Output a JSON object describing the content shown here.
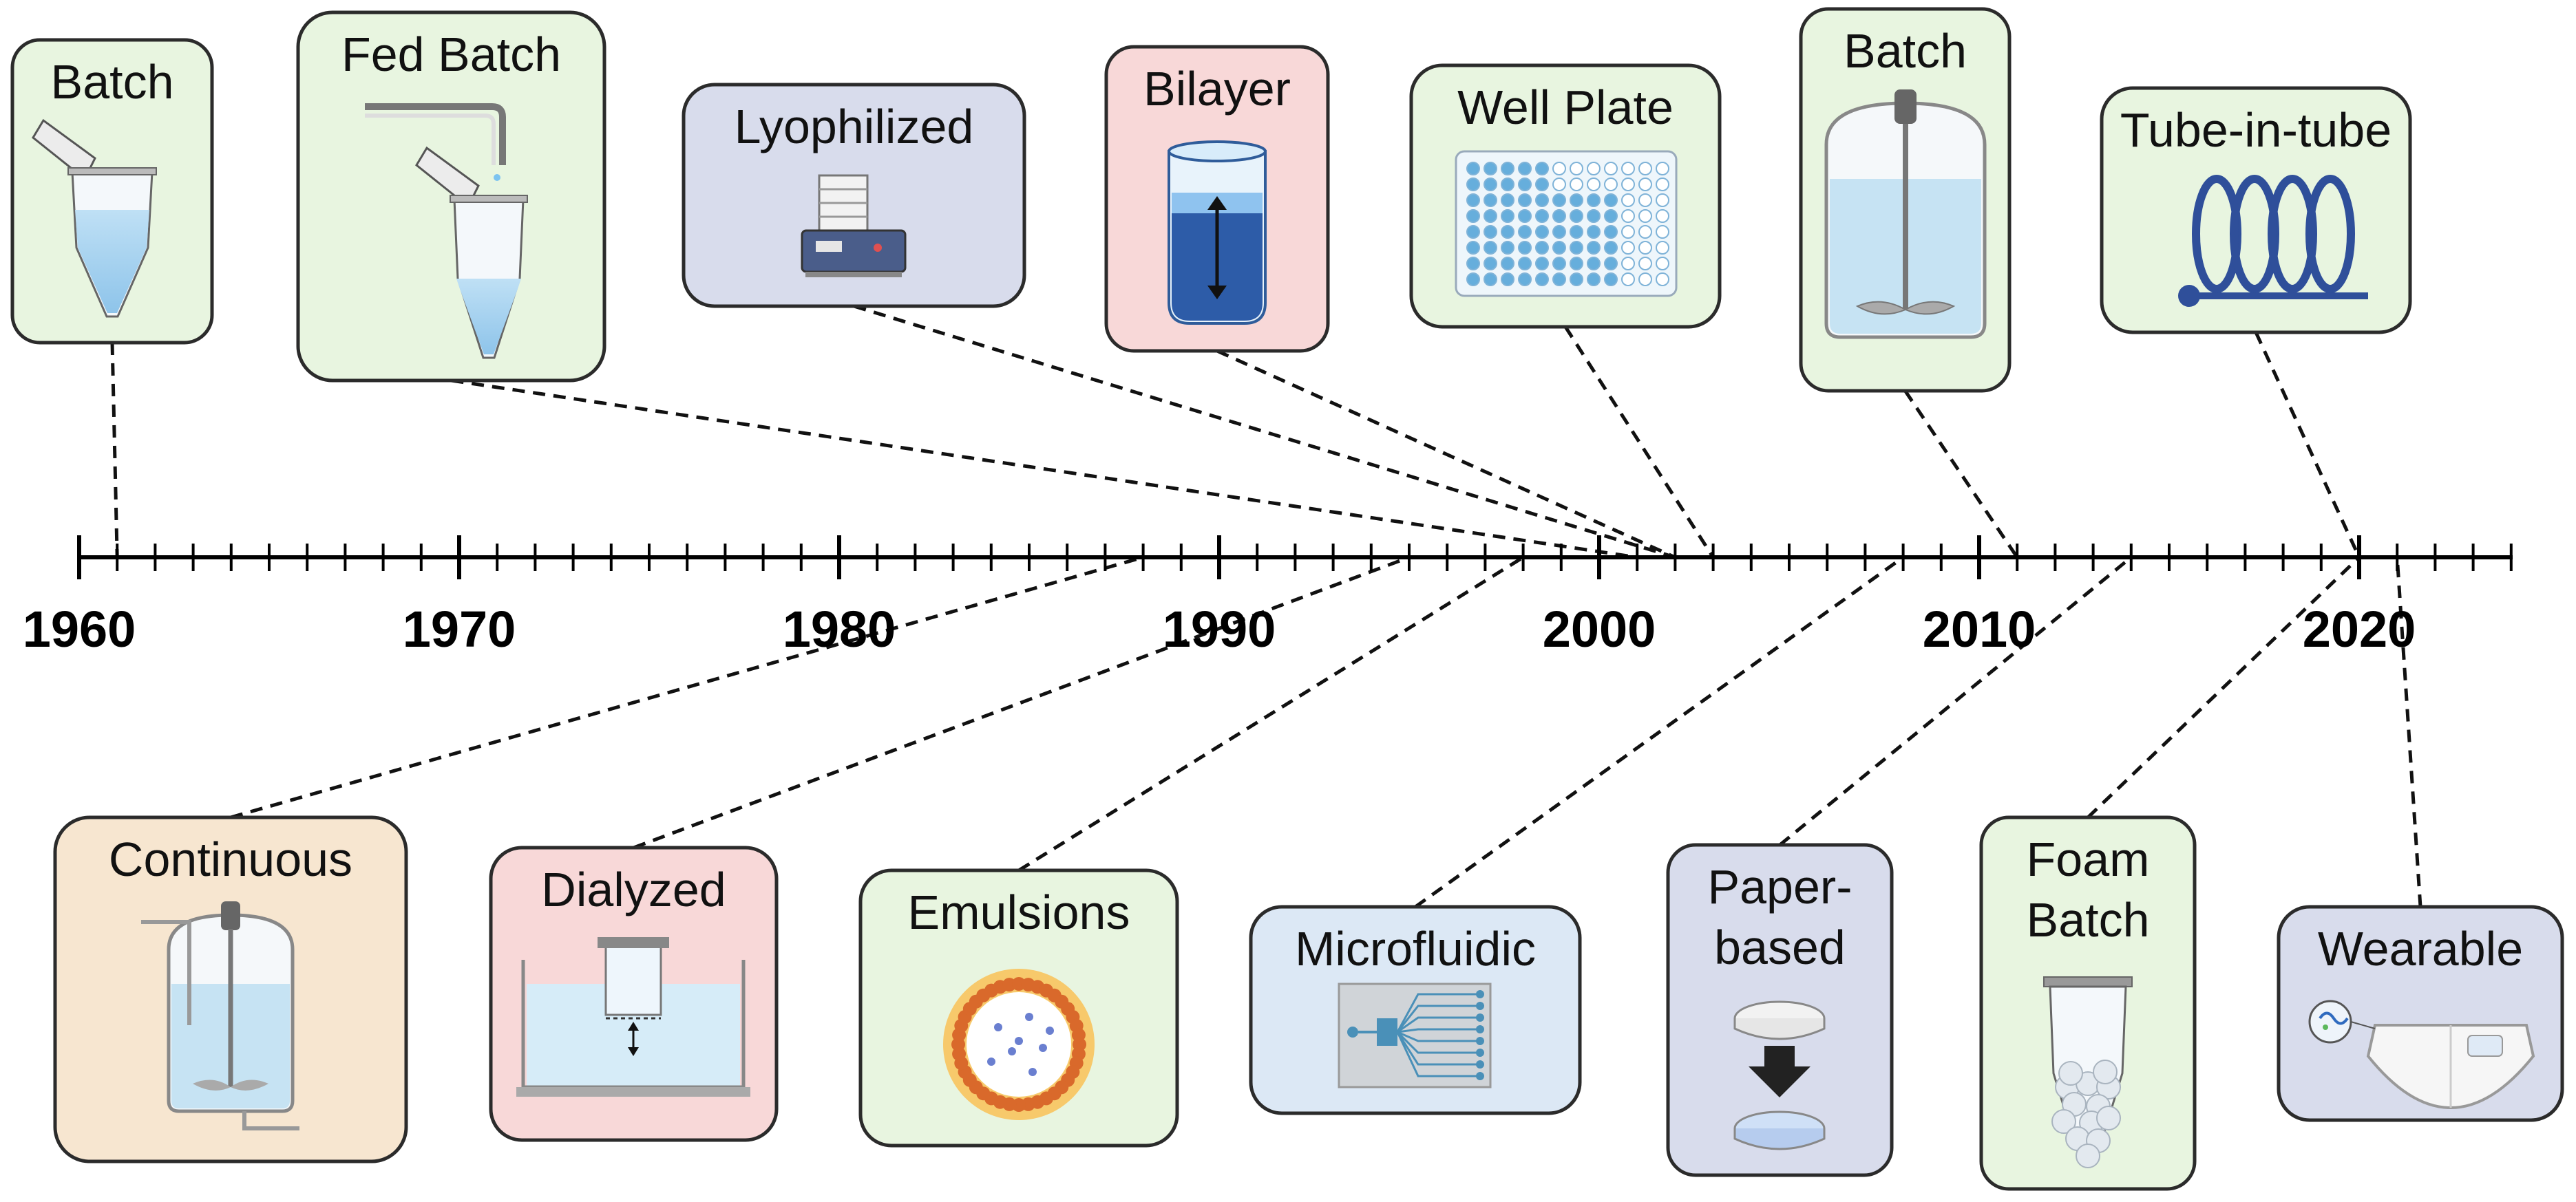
{
  "years": [
    "1960",
    "1970",
    "1980",
    "1990",
    "2000",
    "2010",
    "2020"
  ],
  "top_boxes": [
    {
      "key": "batch_tube",
      "label_lines": [
        "Batch"
      ],
      "fill": "#e8f5e0",
      "year": 1961
    },
    {
      "key": "fed_batch",
      "label_lines": [
        "Fed Batch"
      ],
      "fill": "#e8f5e0",
      "year": 2001
    },
    {
      "key": "lyophilized",
      "label_lines": [
        "Lyophilized"
      ],
      "fill": "#d8dcec",
      "year": 2002
    },
    {
      "key": "bilayer",
      "label_lines": [
        "Bilayer"
      ],
      "fill": "#f8d8d8",
      "year": 2002
    },
    {
      "key": "well_plate",
      "label_lines": [
        "Well Plate"
      ],
      "fill": "#e8f5e0",
      "year": 2003
    },
    {
      "key": "batch_bioreactor",
      "label_lines": [
        "Batch"
      ],
      "fill": "#e8f5e0",
      "year": 2011
    },
    {
      "key": "tube_in_tube",
      "label_lines": [
        "Tube-in-tube"
      ],
      "fill": "#e8f5e0",
      "year": 2020
    }
  ],
  "bottom_boxes": [
    {
      "key": "continuous",
      "label_lines": [
        "Continuous"
      ],
      "fill": "#f7e6d0",
      "year": 1988
    },
    {
      "key": "dialyzed",
      "label_lines": [
        "Dialyzed"
      ],
      "fill": "#f8d8d8",
      "year": 1995
    },
    {
      "key": "emulsions",
      "label_lines": [
        "Emulsions"
      ],
      "fill": "#e8f5e0",
      "year": 1998
    },
    {
      "key": "microfluidic",
      "label_lines": [
        "Microfluidic"
      ],
      "fill": "#dce8f5",
      "year": 2008
    },
    {
      "key": "paper_based",
      "label_lines": [
        "Paper-",
        "based"
      ],
      "fill": "#d8dcec",
      "year": 2014
    },
    {
      "key": "foam_batch",
      "label_lines": [
        "Foam",
        "Batch"
      ],
      "fill": "#e8f5e0",
      "year": 2020
    },
    {
      "key": "wearable",
      "label_lines": [
        "Wearable"
      ],
      "fill": "#d8dcec",
      "year": 2021
    }
  ]
}
